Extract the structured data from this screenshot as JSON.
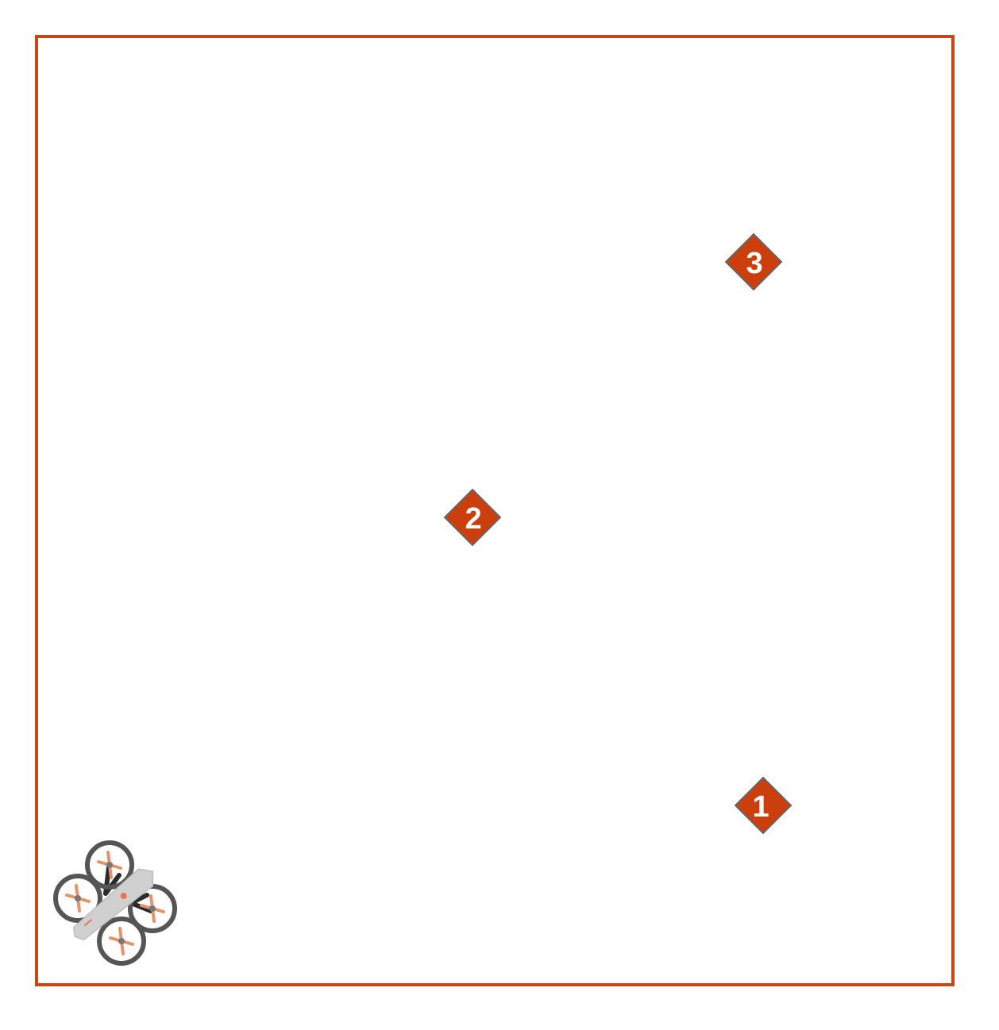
{
  "arena": {
    "border_color": "#cc4514"
  },
  "waypoints": [
    {
      "label": "1"
    },
    {
      "label": "2"
    },
    {
      "label": "3"
    }
  ],
  "marker_style": {
    "fill": "#cc3f0c",
    "stroke": "#666666",
    "text_color": "#ffffff"
  },
  "drone": {
    "icon": "quadcopter-drone-icon",
    "body_color": "#d0d0d0",
    "guard_color": "#555555",
    "propeller_color": "#e8926a"
  }
}
